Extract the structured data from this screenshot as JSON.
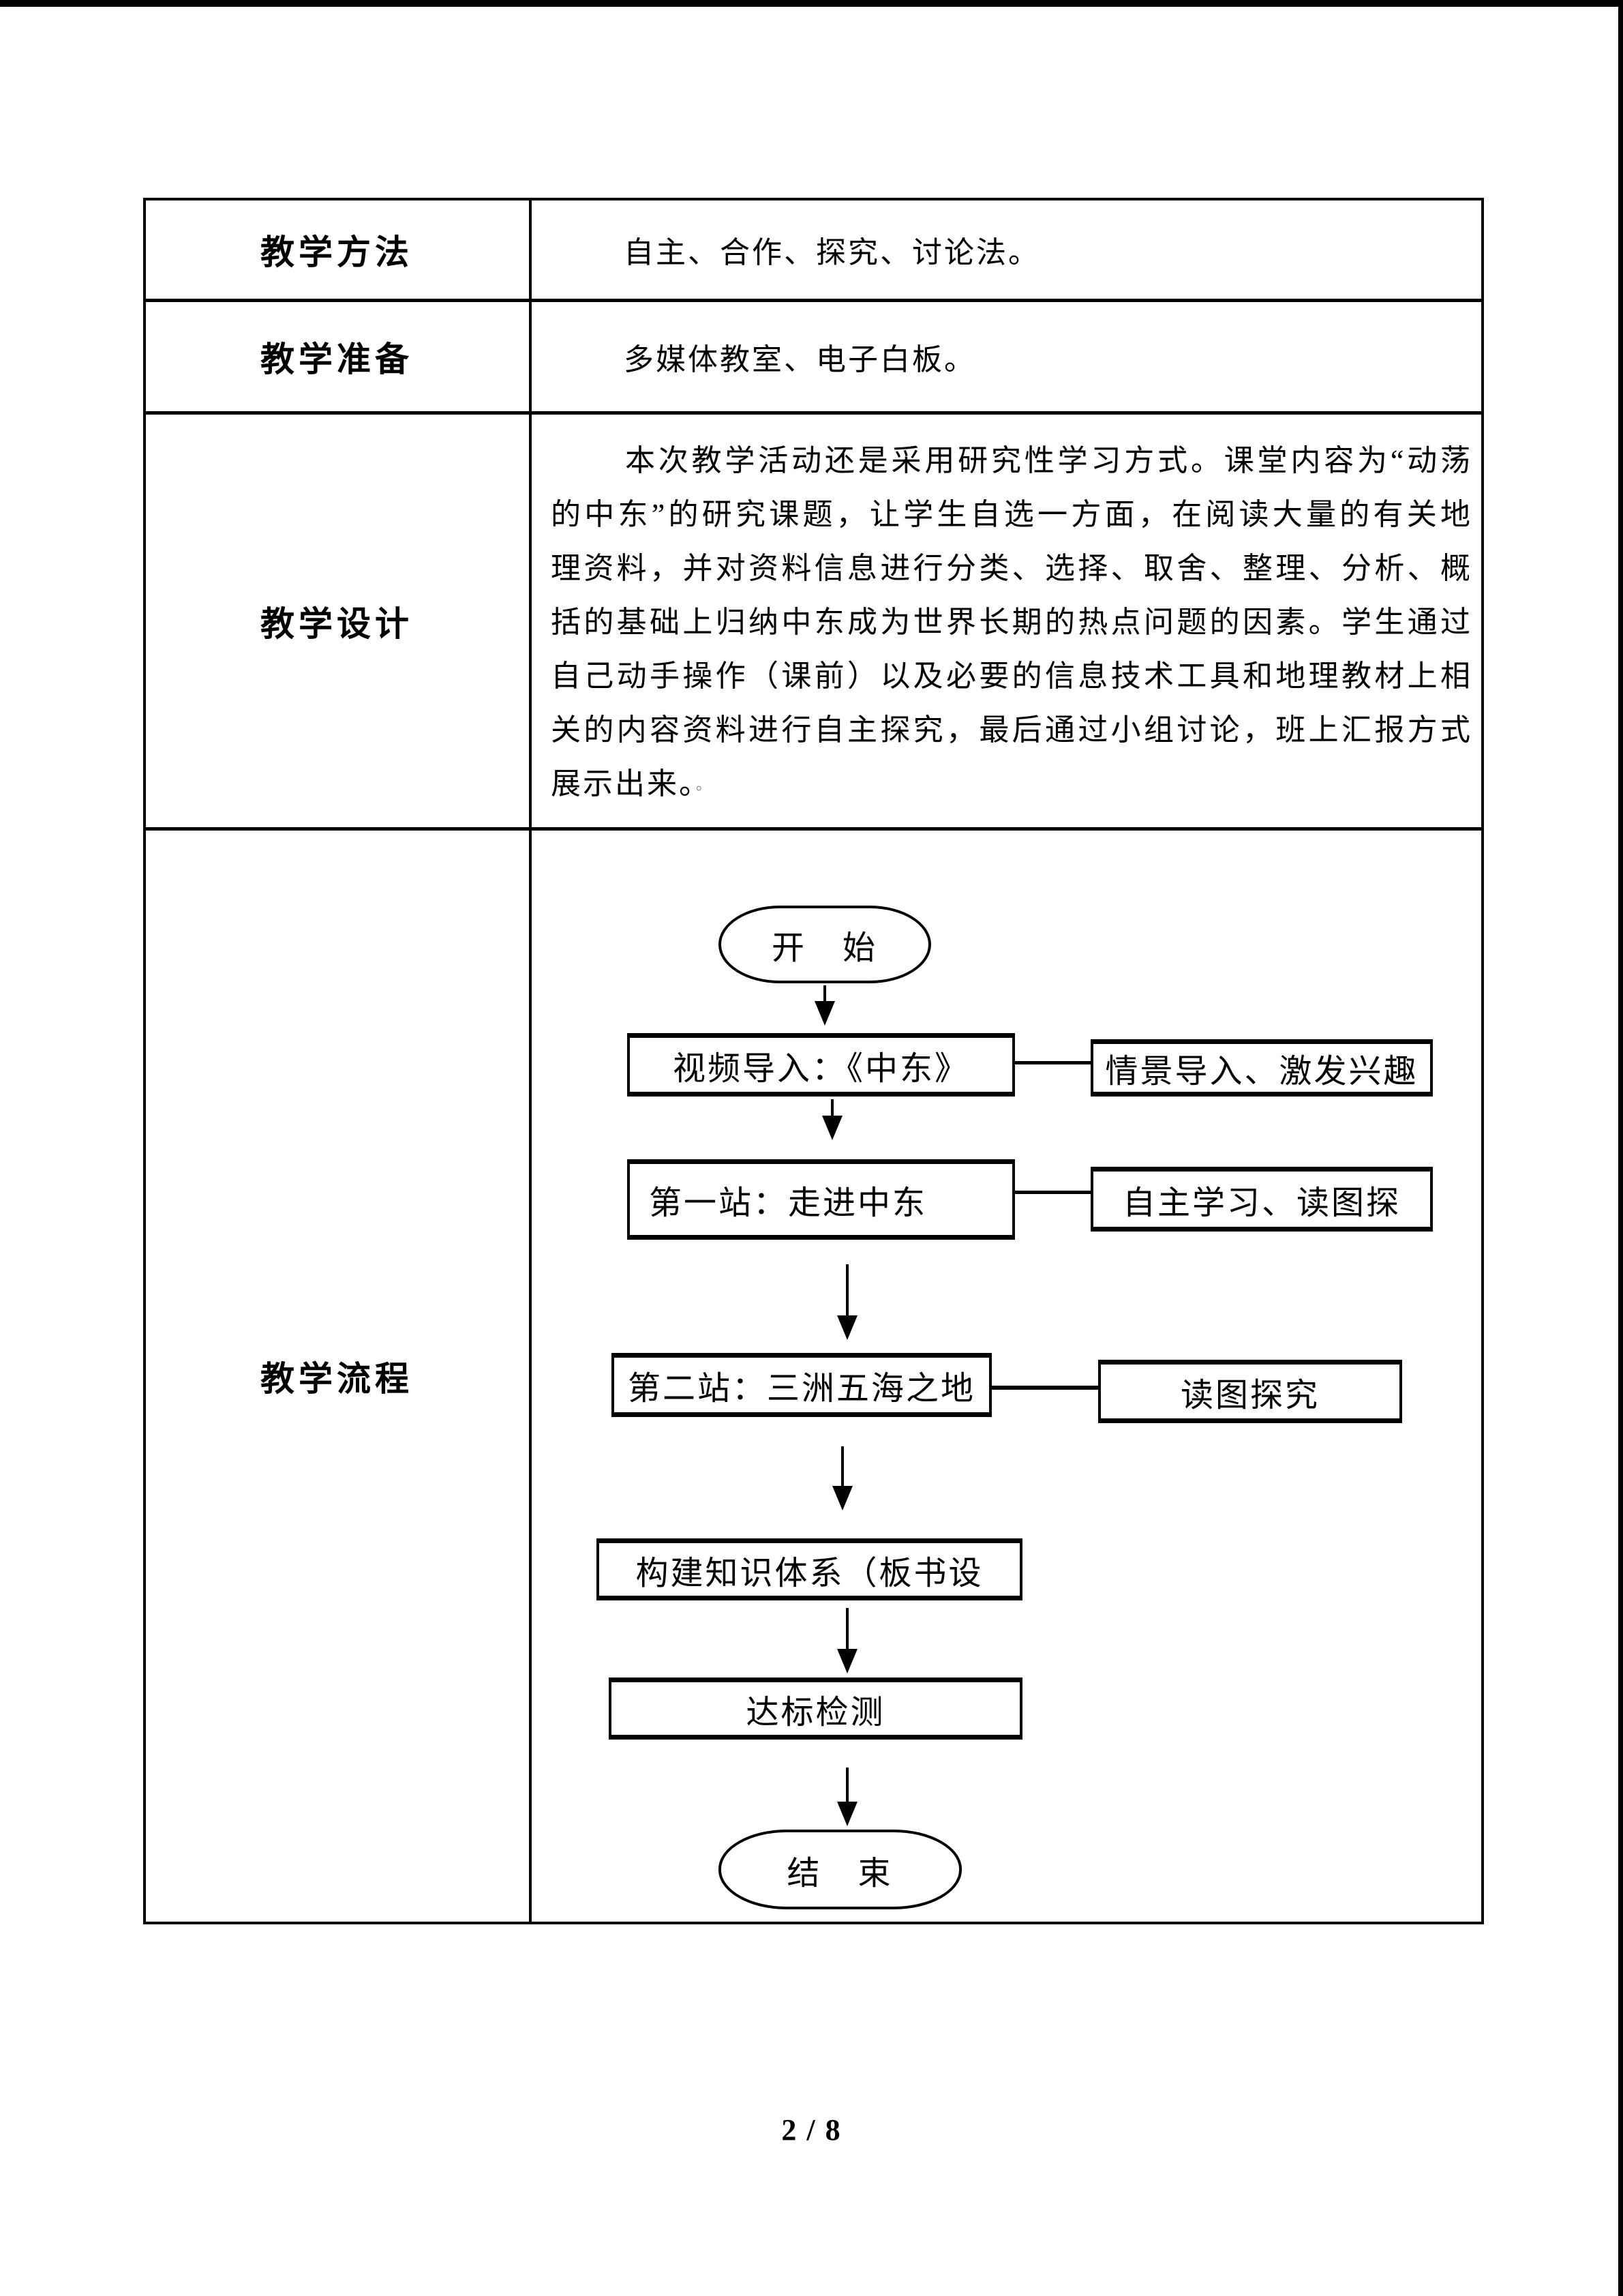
{
  "page": {
    "number_label": "2 / 8"
  },
  "table": {
    "rows": [
      {
        "label": "教学方法",
        "content": "自主、合作、探究、讨论法。"
      },
      {
        "label": "教学准备",
        "content": "多媒体教室、电子白板。"
      },
      {
        "label": "教学设计",
        "lines": [
          "本次教学活动还是采用研究性学习方式。课堂内容为“动荡",
          "的中东”的研究课题，让学生自选一方面，在阅读大量的有关地",
          "理资料，并对资料信息进行分类、选择、取舍、整理、分析、概",
          "括的基础上归纳中东成为世界长期的热点问题的因素。学生通过",
          "自己动手操作（课前）以及必要的信息技术工具和地理教材上相",
          "关的内容资料进行自主探究，最后通过小组讨论，班上汇报方式",
          "展示出来。"
        ],
        "trailing_mark": "。"
      },
      {
        "label": "教学流程"
      }
    ]
  },
  "flowchart": {
    "start": "开　始",
    "step_video": "视频导入：《中东》",
    "note_scenario": "情景导入、激发兴趣",
    "step_station1": "第一站：走进中东",
    "note_selfstudy": "自主学习、读图探",
    "step_station2": "第二站：三洲五海之地",
    "note_mapread": "读图探究",
    "step_knowledge": "构建知识体系（板书设",
    "step_test": "达标检测",
    "end": "结　束"
  }
}
